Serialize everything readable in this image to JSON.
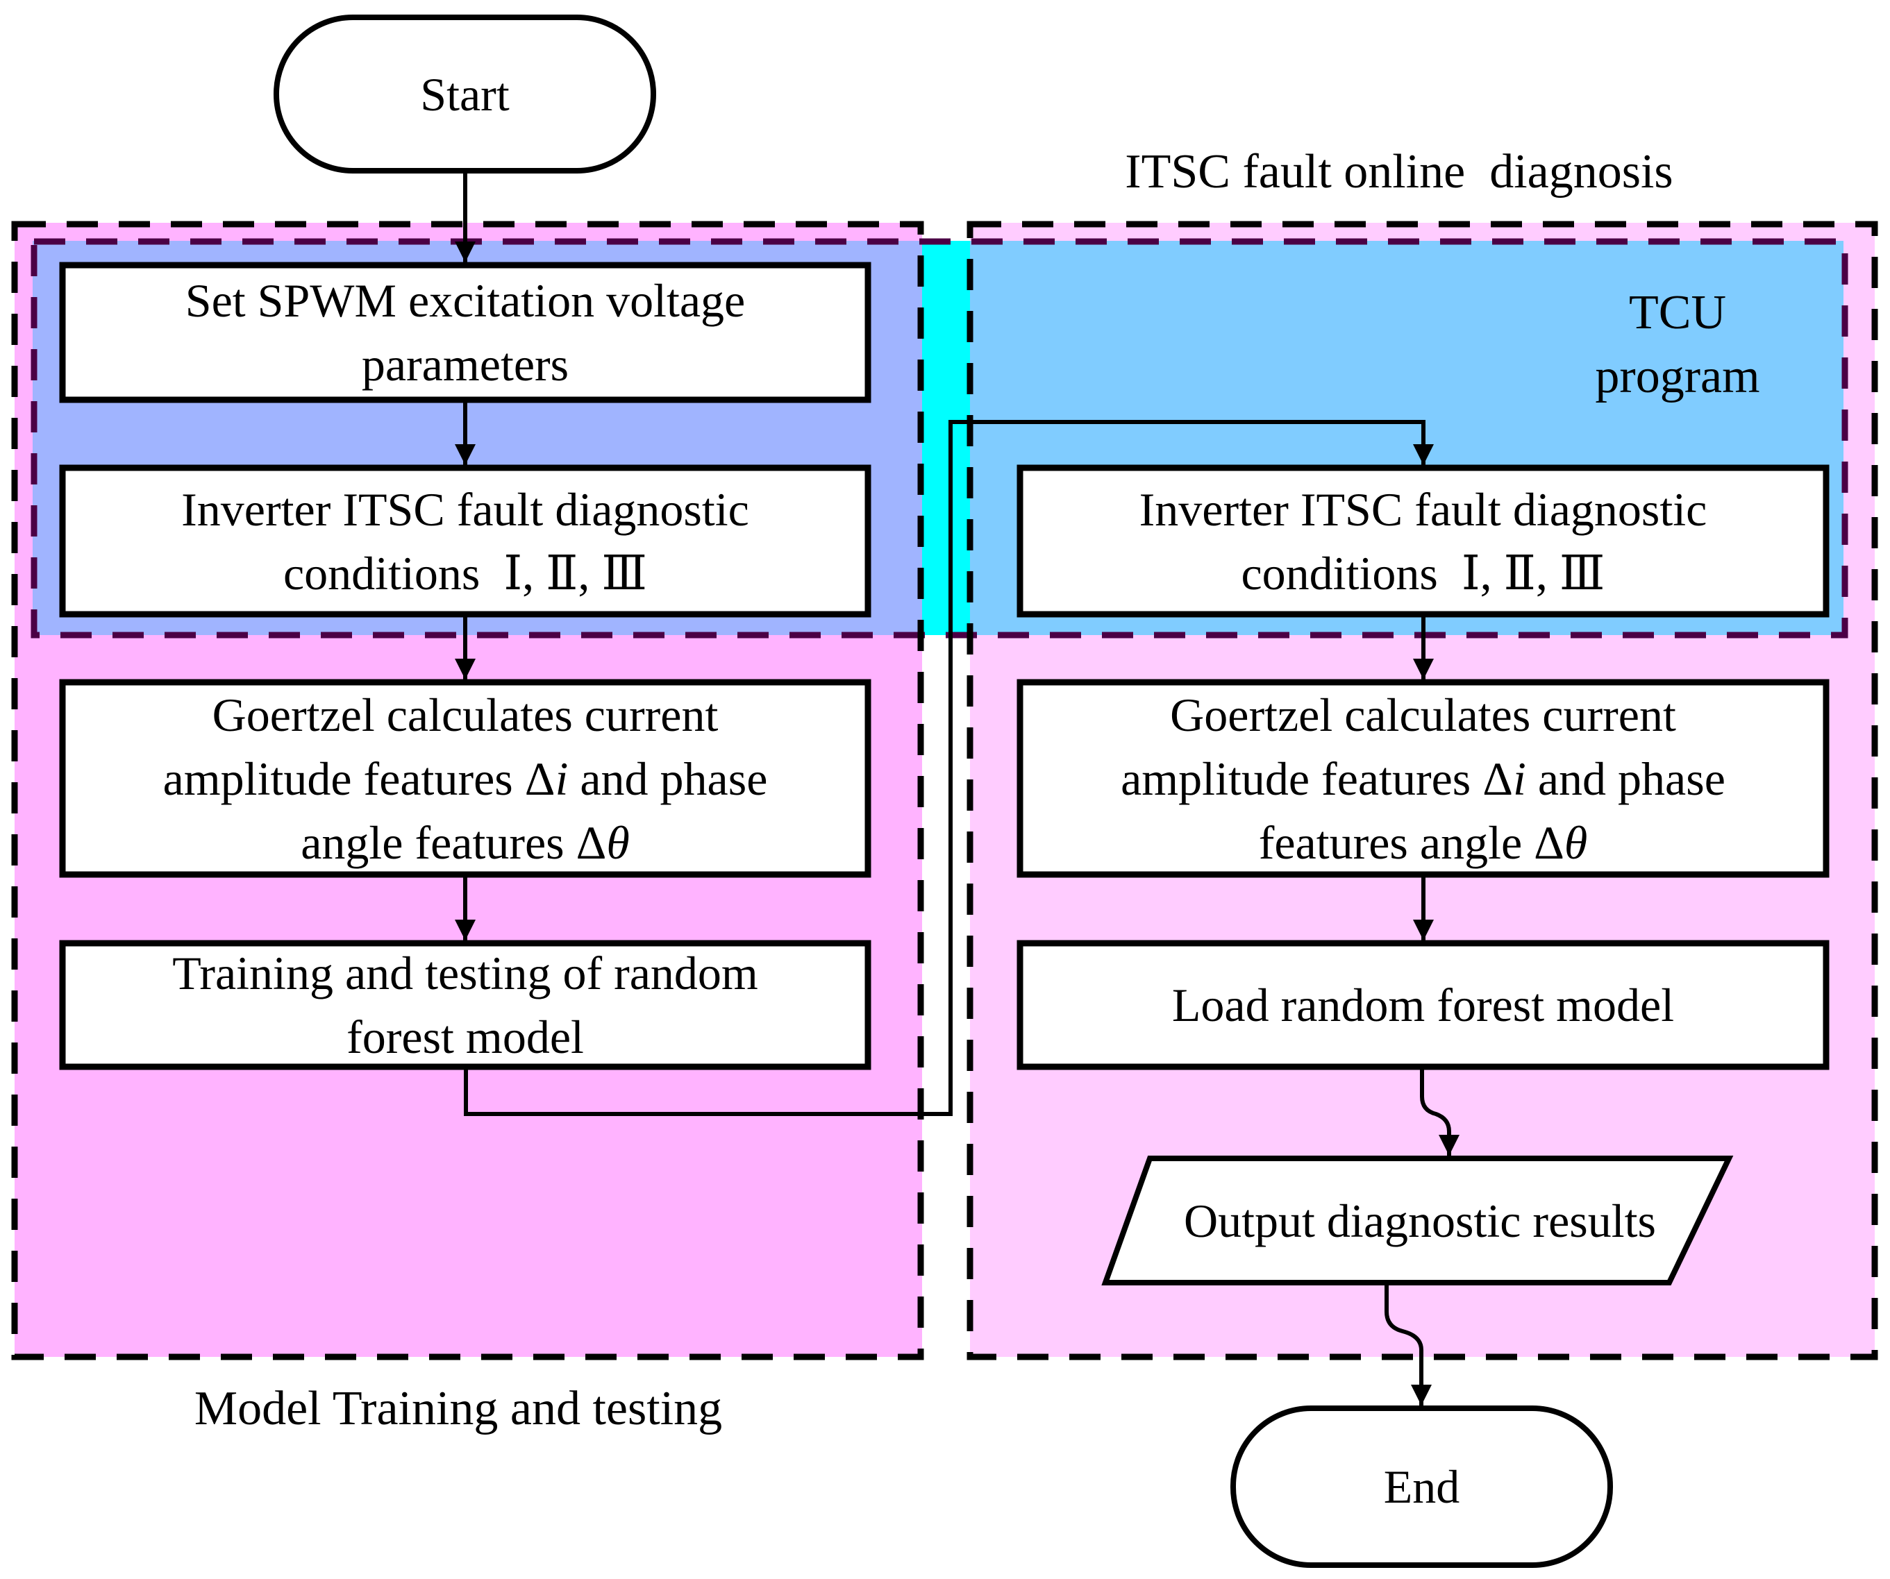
{
  "figure": {
    "type": "flowchart",
    "colors": {
      "left_region_fill": "#FFB3FF",
      "right_region_fill": "#FFCCFF",
      "left_tcu_fill": "#A0B4FF",
      "right_tcu_fill": "#80CCFF",
      "bridge_fill": "#00FFFF",
      "inner_dash_color": "#4B0045",
      "outline_color": "#000000",
      "node_fill": "#FFFFFF"
    }
  },
  "terminals": {
    "start": "Start",
    "end": "End"
  },
  "regions": {
    "left_caption": "Model Training and testing",
    "right_caption": "ITSC fault online  diagnosis",
    "tcu_label_line1": "TCU",
    "tcu_label_line2": "program"
  },
  "left_column": {
    "steps": [
      {
        "lines": [
          "Set SPWM excitation voltage",
          "parameters"
        ]
      },
      {
        "lines": [
          "Inverter ITSC fault diagnostic",
          "conditions  Ⅰ, Ⅱ, Ⅲ"
        ]
      },
      {
        "lines": [
          "Goertzel calculates current",
          "amplitude features Δi and phase",
          "angle features Δθ"
        ]
      },
      {
        "lines": [
          "Training and testing of random",
          "forest model"
        ]
      }
    ]
  },
  "right_column": {
    "steps": [
      {
        "lines": [
          "Inverter ITSC fault diagnostic",
          "conditions  Ⅰ, Ⅱ, Ⅲ"
        ]
      },
      {
        "lines": [
          "Goertzel calculates current",
          "amplitude features Δi and phase",
          "features angle Δθ"
        ]
      },
      {
        "lines": [
          "Load random forest model"
        ]
      }
    ],
    "output": "Output diagnostic results"
  }
}
